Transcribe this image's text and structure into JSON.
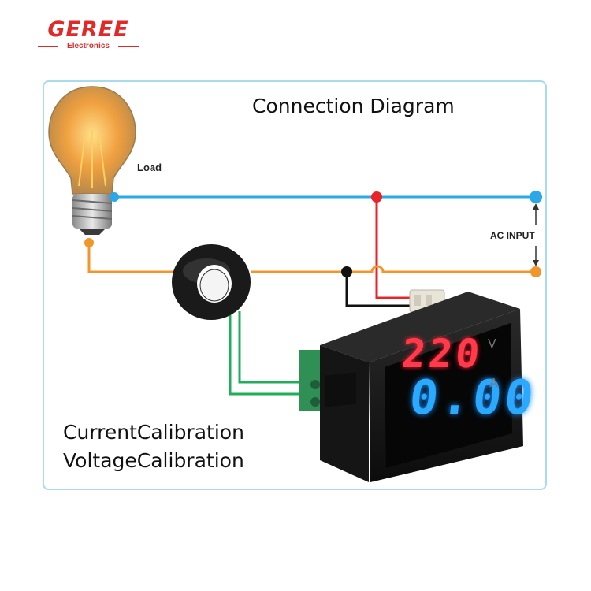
{
  "brand": {
    "name": "GEREE",
    "sub": "Electronics"
  },
  "title": "Connection Diagram",
  "labels": {
    "load": "Load",
    "ac_input": "AC INPUT"
  },
  "calibration": {
    "current": "CurrentCalibration",
    "voltage": "VoltageCalibration"
  },
  "display": {
    "voltage": "220",
    "voltage_unit": "V",
    "current": "0.00",
    "current_unit": "A"
  },
  "colors": {
    "wire_live": "#2aa8e8",
    "wire_neutral": "#f0962a",
    "wire_voltage_sense": "#e8242a",
    "wire_ground": "#111111",
    "wire_ct": "#1fae5a",
    "brand": "#e02a2a",
    "frame": "#a8dcea"
  }
}
